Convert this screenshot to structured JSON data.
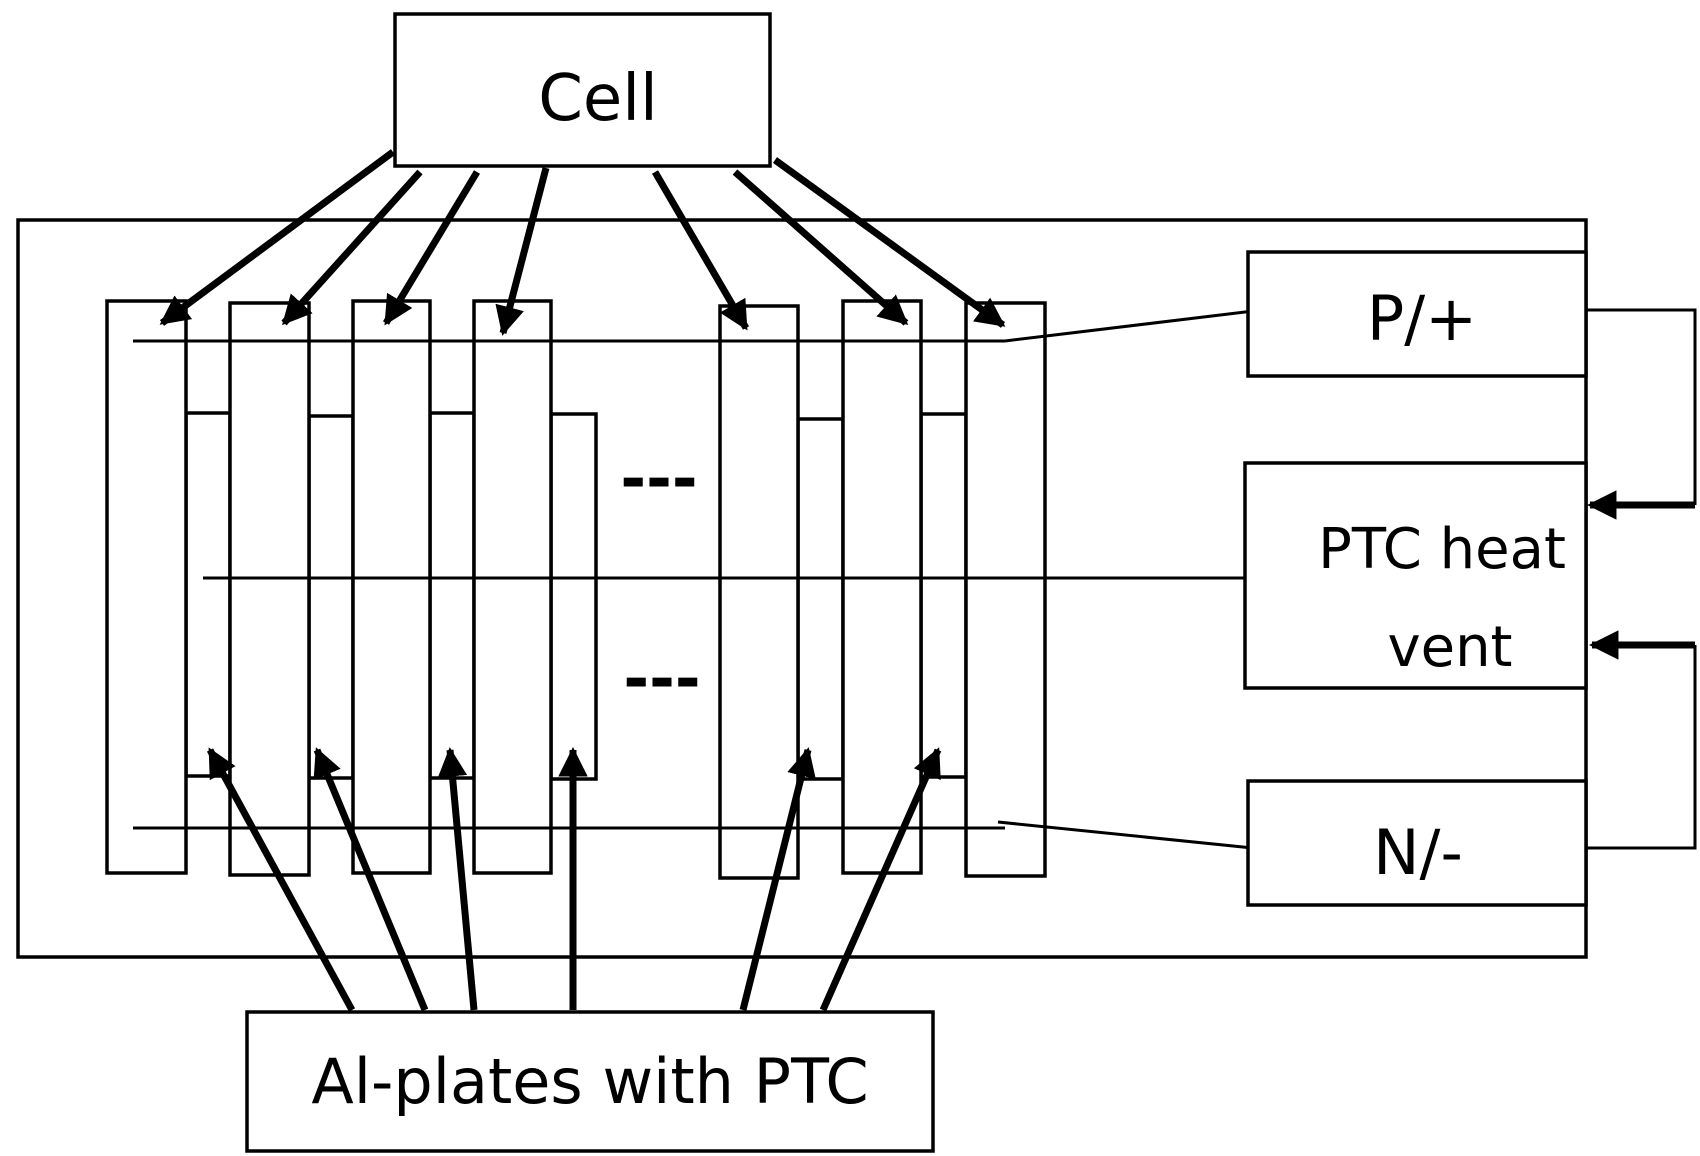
{
  "labels": {
    "cell": "Cell",
    "al_plates": "Al-plates with PTC",
    "positive": "P/+",
    "negative": "N/-",
    "ptc_line1": "PTC heat",
    "ptc_line2": "vent",
    "ellipsis_upper": "---",
    "ellipsis_lower": "---"
  },
  "colors": {
    "line": "#000000",
    "background": "#ffffff"
  }
}
